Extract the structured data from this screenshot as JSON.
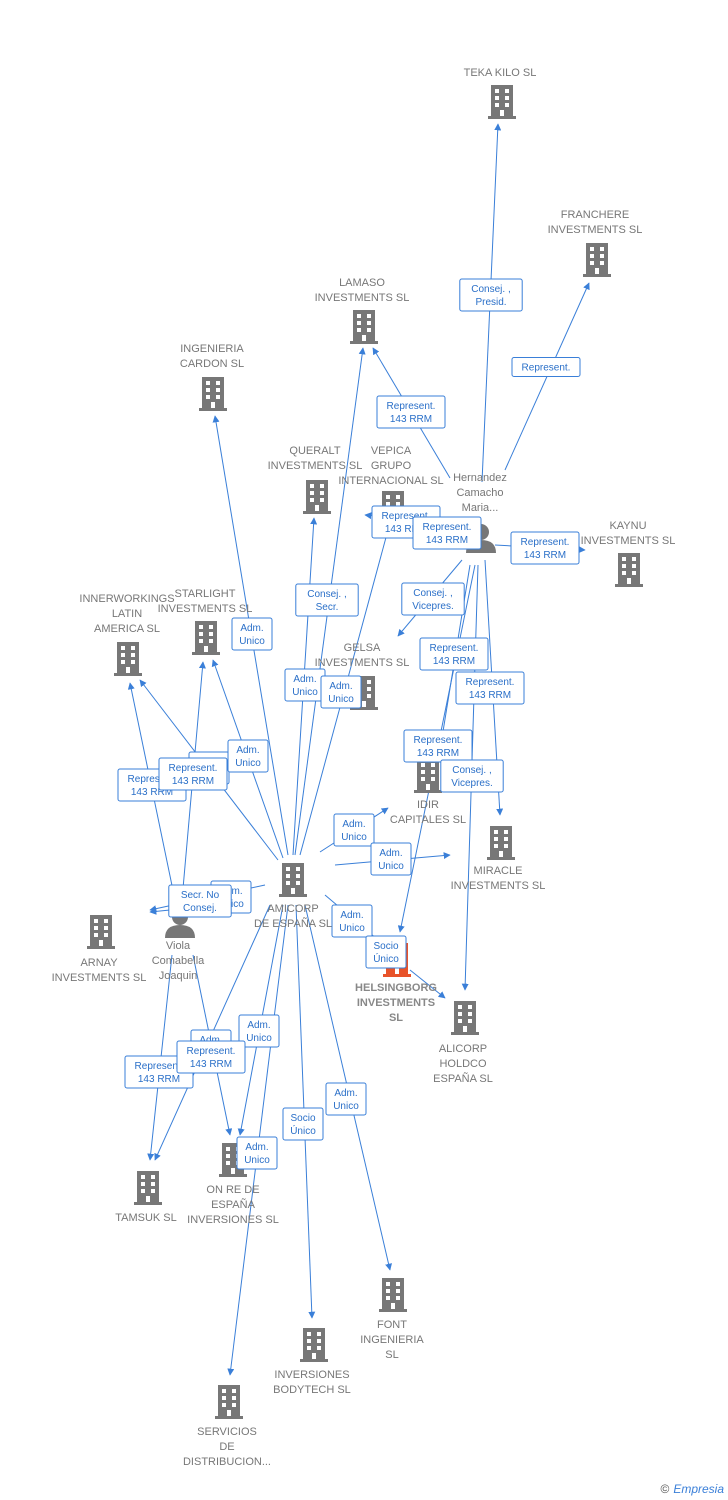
{
  "colors": {
    "edge": "#3a7fd8",
    "company": "#777777",
    "focus_company": "#e8532a",
    "person": "#777777"
  },
  "brand": {
    "copyright": "©",
    "name": "Empresia"
  },
  "nodes": [
    {
      "id": "teka",
      "type": "company",
      "label": [
        "TEKA KILO  SL"
      ]
    },
    {
      "id": "franchere",
      "type": "company",
      "label": [
        "FRANCHERE",
        "INVESTMENTS SL"
      ]
    },
    {
      "id": "lamaso",
      "type": "company",
      "label": [
        "LAMASO",
        "INVESTMENTS SL"
      ]
    },
    {
      "id": "ingenieria_cardon",
      "type": "company",
      "label": [
        "INGENIERIA",
        "CARDON  SL"
      ]
    },
    {
      "id": "hernandez",
      "type": "person",
      "label": [
        "Hernandez",
        "Camacho",
        "Maria..."
      ]
    },
    {
      "id": "queralt",
      "type": "company",
      "label": [
        "QUERALT",
        "INVESTMENTS SL"
      ]
    },
    {
      "id": "vepica",
      "type": "company",
      "label": [
        "VEPICA",
        "GRUPO",
        "INTERNACIONAL SL"
      ]
    },
    {
      "id": "kaynu",
      "type": "company",
      "label": [
        "KAYNU",
        "INVESTMENTS SL"
      ]
    },
    {
      "id": "innerworkings",
      "type": "company",
      "label": [
        "INNERWORKINGS",
        "LATIN",
        "AMERICA  SL"
      ]
    },
    {
      "id": "starlight",
      "type": "company",
      "label": [
        "STARLIGHT",
        "INVESTMENTS SL"
      ]
    },
    {
      "id": "gelsa",
      "type": "company",
      "label": [
        "GELSA",
        "INVESTMENTS SL"
      ]
    },
    {
      "id": "idir",
      "type": "company",
      "label": [
        "IDIR",
        "CAPITALES SL"
      ]
    },
    {
      "id": "miracle",
      "type": "company",
      "label": [
        "MIRACLE",
        "INVESTMENTS SL"
      ]
    },
    {
      "id": "amicorp",
      "type": "company",
      "label": [
        "AMICORP",
        "DE ESPAÑA SL"
      ]
    },
    {
      "id": "arnay",
      "type": "company",
      "label": [
        "ARNAY",
        "INVESTMENTS SL"
      ]
    },
    {
      "id": "viola",
      "type": "person",
      "label": [
        "Viola",
        "Comabella",
        "Joaquin"
      ]
    },
    {
      "id": "helsingborg",
      "type": "focus",
      "label": [
        "HELSINGBORG",
        "INVESTMENTS",
        "SL"
      ]
    },
    {
      "id": "alicorp",
      "type": "company",
      "label": [
        "ALICORP",
        "HOLDCO",
        "ESPAÑA  SL"
      ]
    },
    {
      "id": "tamsuk",
      "type": "company",
      "label": [
        "TAMSUK SL"
      ]
    },
    {
      "id": "onre",
      "type": "company",
      "label": [
        "ON RE DE",
        "ESPAÑA",
        "INVERSIONES SL"
      ]
    },
    {
      "id": "font",
      "type": "company",
      "label": [
        "FONT",
        "INGENIERIA",
        "SL"
      ]
    },
    {
      "id": "bodytech",
      "type": "company",
      "label": [
        "INVERSIONES",
        "BODYTECH  SL"
      ]
    },
    {
      "id": "servicios",
      "type": "company",
      "label": [
        "SERVICIOS",
        "DE",
        "DISTRIBUCION..."
      ]
    }
  ],
  "edges": [
    {
      "from": "hernandez",
      "to": "teka",
      "label": [
        "Consej. ,",
        "Presid."
      ]
    },
    {
      "from": "hernandez",
      "to": "franchere",
      "label": [
        "Represent."
      ]
    },
    {
      "from": "hernandez",
      "to": "lamaso",
      "label": [
        "Represent.",
        "143 RRM"
      ]
    },
    {
      "from": "hernandez",
      "to": "queralt",
      "label": [
        "Represent.",
        "143 RRM"
      ]
    },
    {
      "from": "hernandez",
      "to": "vepica",
      "label": [
        "Represent.",
        "143 RRM"
      ]
    },
    {
      "from": "hernandez",
      "to": "kaynu",
      "label": [
        "Represent.",
        "143 RRM"
      ]
    },
    {
      "from": "hernandez",
      "to": "gelsa",
      "label": [
        "Consej. ,",
        "Vicepres."
      ]
    },
    {
      "from": "hernandez",
      "to": "idir",
      "label": [
        "Represent.",
        "143 RRM"
      ]
    },
    {
      "from": "hernandez",
      "to": "miracle",
      "label": [
        "Represent.",
        "143 RRM"
      ]
    },
    {
      "from": "hernandez",
      "to": "helsingborg",
      "label": [
        "Represent.",
        "143 RRM"
      ]
    },
    {
      "from": "hernandez",
      "to": "alicorp",
      "label": [
        "Consej. ,",
        "Vicepres."
      ]
    },
    {
      "from": "amicorp",
      "to": "ingenieria_cardon",
      "label": [
        "Adm.",
        "Unico"
      ]
    },
    {
      "from": "amicorp",
      "to": "lamaso",
      "label": [
        "Adm.",
        "Unico"
      ]
    },
    {
      "from": "amicorp",
      "to": "queralt",
      "label": [
        "Consej. ,",
        "Secr."
      ]
    },
    {
      "from": "amicorp",
      "to": "vepica",
      "label": [
        "Adm.",
        "Unico"
      ]
    },
    {
      "from": "amicorp",
      "to": "innerworkings",
      "label": [
        "Adm.",
        "Unico"
      ]
    },
    {
      "from": "amicorp",
      "to": "starlight",
      "label": [
        "Adm.",
        "Unico"
      ]
    },
    {
      "from": "amicorp",
      "to": "idir",
      "label": [
        "Adm.",
        "Unico"
      ]
    },
    {
      "from": "amicorp",
      "to": "miracle",
      "label": [
        "Adm.",
        "Unico"
      ]
    },
    {
      "from": "amicorp",
      "to": "helsingborg",
      "label": [
        "Adm.",
        "Unico"
      ]
    },
    {
      "from": "amicorp",
      "to": "arnay",
      "label": [
        "Adm.",
        "Unico"
      ]
    },
    {
      "from": "amicorp",
      "to": "tamsuk",
      "label": [
        "Adm.",
        "Unico"
      ]
    },
    {
      "from": "amicorp",
      "to": "onre",
      "label": [
        "Adm.",
        "Unico"
      ]
    },
    {
      "from": "amicorp",
      "to": "font",
      "label": [
        "Adm.",
        "Unico"
      ]
    },
    {
      "from": "amicorp",
      "to": "bodytech",
      "label": [
        "Socio",
        "Único"
      ]
    },
    {
      "from": "amicorp",
      "to": "servicios",
      "label": [
        "Adm.",
        "Unico"
      ]
    },
    {
      "from": "viola",
      "to": "innerworkings",
      "label": [
        "Represent.",
        "143 RRM"
      ]
    },
    {
      "from": "viola",
      "to": "starlight",
      "label": [
        "Represent.",
        "143 RRM"
      ]
    },
    {
      "from": "viola",
      "to": "arnay",
      "label": [
        "Secr.  No",
        "Consej."
      ]
    },
    {
      "from": "viola",
      "to": "tamsuk",
      "label": [
        "Represent.",
        "143 RRM"
      ]
    },
    {
      "from": "viola",
      "to": "onre",
      "label": [
        "Represent.",
        "143 RRM"
      ]
    },
    {
      "from": "helsingborg",
      "to": "alicorp",
      "label": [
        "Socio",
        "Único"
      ]
    }
  ]
}
